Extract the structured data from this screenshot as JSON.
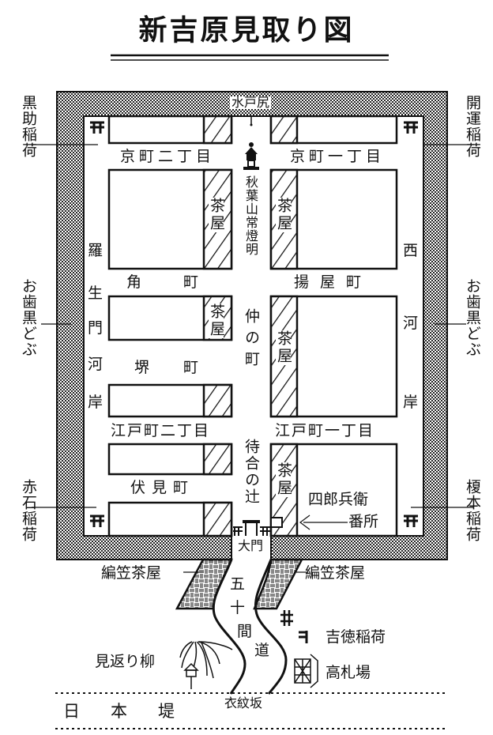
{
  "title": "新吉原見取り図",
  "top_label": "水戸尻",
  "streets": {
    "kyomachi_2": "京町二丁目",
    "kyomachi_1": "京町一丁目",
    "sumicho_1": "角",
    "sumicho_2": "町",
    "ageyamachi": "揚屋町",
    "sakaicho_1": "堺",
    "sakaicho_2": "町",
    "edomachi_2": "江戸町二丁目",
    "edomachi_1": "江戸町一丁目",
    "fushimicho": "伏見町"
  },
  "center": {
    "lantern": "秋葉山常燈明",
    "nakanocho": "仲の町",
    "machiai": "待合の辻",
    "omon": "大門"
  },
  "teahouse_label": "茶屋",
  "west_bank": [
    "羅",
    "生",
    "門",
    "河",
    "岸"
  ],
  "east_bank": [
    "西",
    "河",
    "岸"
  ],
  "outside_left": {
    "kurosuke": "黒助稲荷",
    "ohaguro": "お歯黒どぶ",
    "akaishi": "赤石稲荷"
  },
  "outside_right": {
    "kaiun": "開運稲荷",
    "ohaguro": "お歯黒どぶ",
    "enomoto": "榎本稲荷"
  },
  "guardhouse": [
    "四郎兵衛",
    "番所"
  ],
  "outside_bottom": {
    "amigasa_left": "編笠茶屋",
    "amigasa_right": "編笠茶屋",
    "gojikkenmichi": [
      "五",
      "十",
      "間",
      "道"
    ],
    "well": "井",
    "yoshitoku": "吉徳稲荷",
    "kosatsuba": "高札場",
    "mikaeri": "見返り柳",
    "emonzaka": "衣紋坂",
    "nihonzutsumi": [
      "日",
      "本",
      "堤"
    ]
  }
}
